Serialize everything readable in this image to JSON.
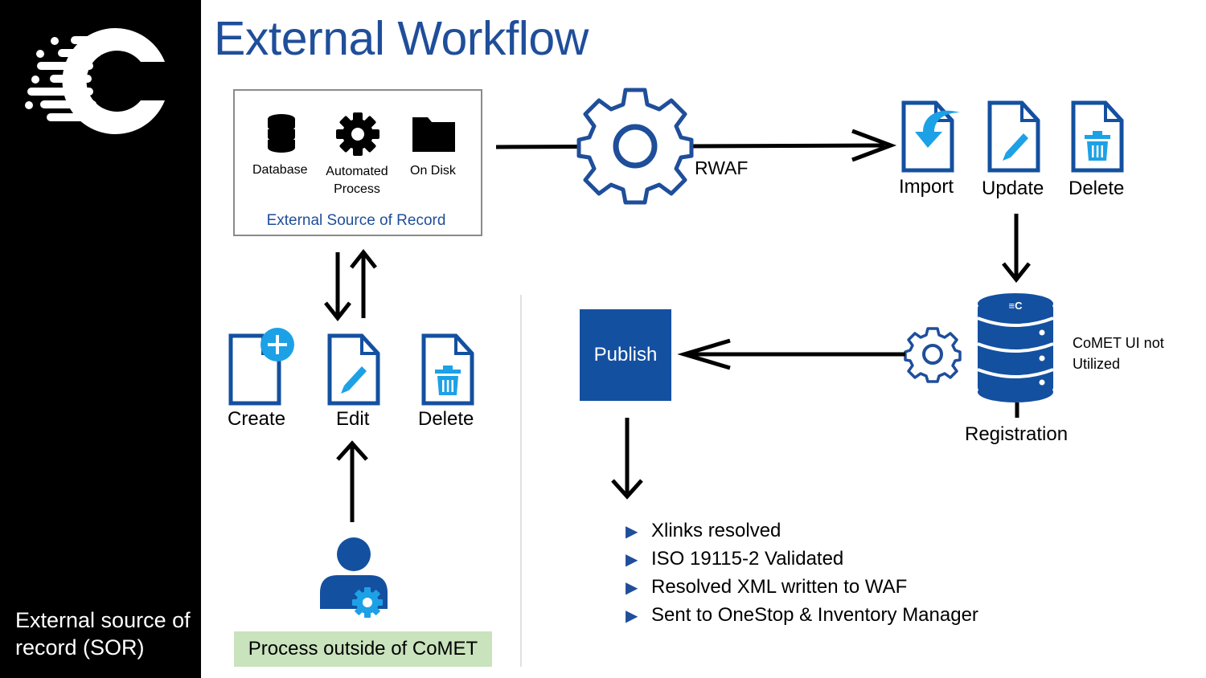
{
  "title": "External Workflow",
  "sidebar": {
    "caption": "External source of record (SOR)",
    "logo_icon": "comet-logo-icon"
  },
  "sor": {
    "items": [
      {
        "label": "Database",
        "icon": "database-icon"
      },
      {
        "label": "Automated Process",
        "icon": "gear-icon"
      },
      {
        "label": "On Disk",
        "icon": "folder-icon"
      }
    ],
    "caption": "External Source of Record"
  },
  "rwaf": {
    "label": "RWAF"
  },
  "actions_right": [
    "Import",
    "Update",
    "Delete"
  ],
  "actions_left": [
    "Create",
    "Edit",
    "Delete"
  ],
  "registration": {
    "label": "Registration",
    "note": "CoMET UI not Utilized"
  },
  "publish": {
    "label": "Publish"
  },
  "bullets": [
    "Xlinks resolved",
    "ISO 19115-2 Validated",
    "Resolved XML written to WAF",
    "Sent to OneStop & Inventory Manager"
  ],
  "process_box": "Process outside of CoMET",
  "colors": {
    "brand_blue": "#1f4e9a",
    "icon_blue": "#1450a0",
    "accent_cyan": "#1da1e6",
    "green_box": "#c9e3bd"
  }
}
